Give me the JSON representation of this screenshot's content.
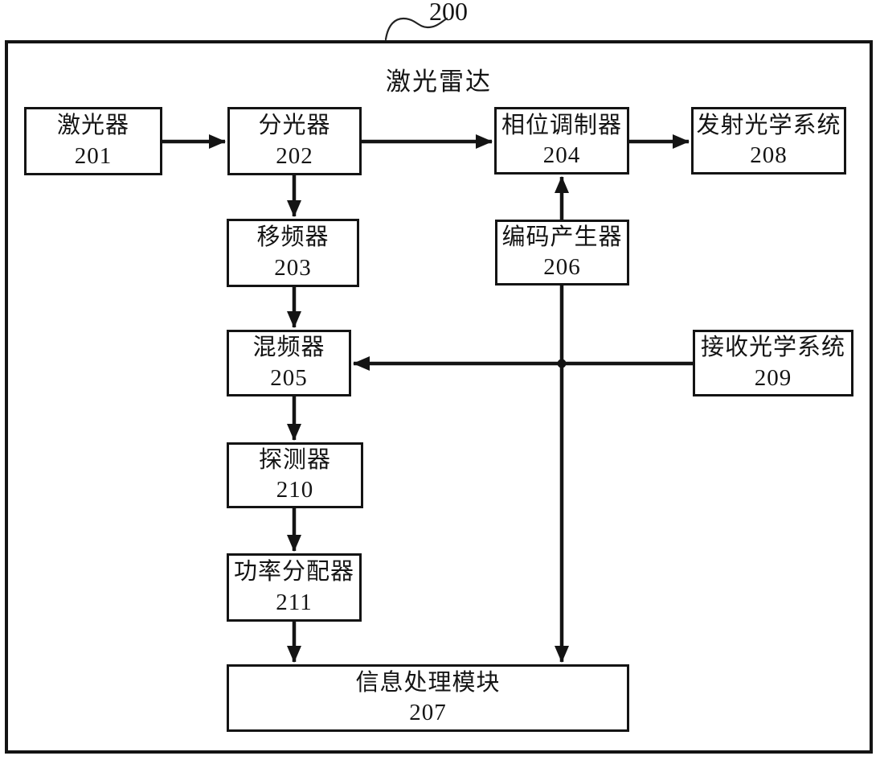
{
  "figure": {
    "reference_label": "200",
    "title": "激光雷达"
  },
  "nodes": {
    "laser": {
      "label": "激光器",
      "number": "201"
    },
    "splitter": {
      "label": "分光器",
      "number": "202"
    },
    "freq_shifter": {
      "label": "移频器",
      "number": "203"
    },
    "phase_modulator": {
      "label": "相位调制器",
      "number": "204"
    },
    "mixer": {
      "label": "混频器",
      "number": "205"
    },
    "code_generator": {
      "label": "编码产生器",
      "number": "206"
    },
    "info_processor": {
      "label": "信息处理模块",
      "number": "207"
    },
    "tx_optics": {
      "label": "发射光学系统",
      "number": "208"
    },
    "rx_optics": {
      "label": "接收光学系统",
      "number": "209"
    },
    "detector": {
      "label": "探测器",
      "number": "210"
    },
    "power_divider": {
      "label": "功率分配器",
      "number": "211"
    }
  },
  "colors": {
    "ink": "#141414",
    "background": "#ffffff"
  }
}
